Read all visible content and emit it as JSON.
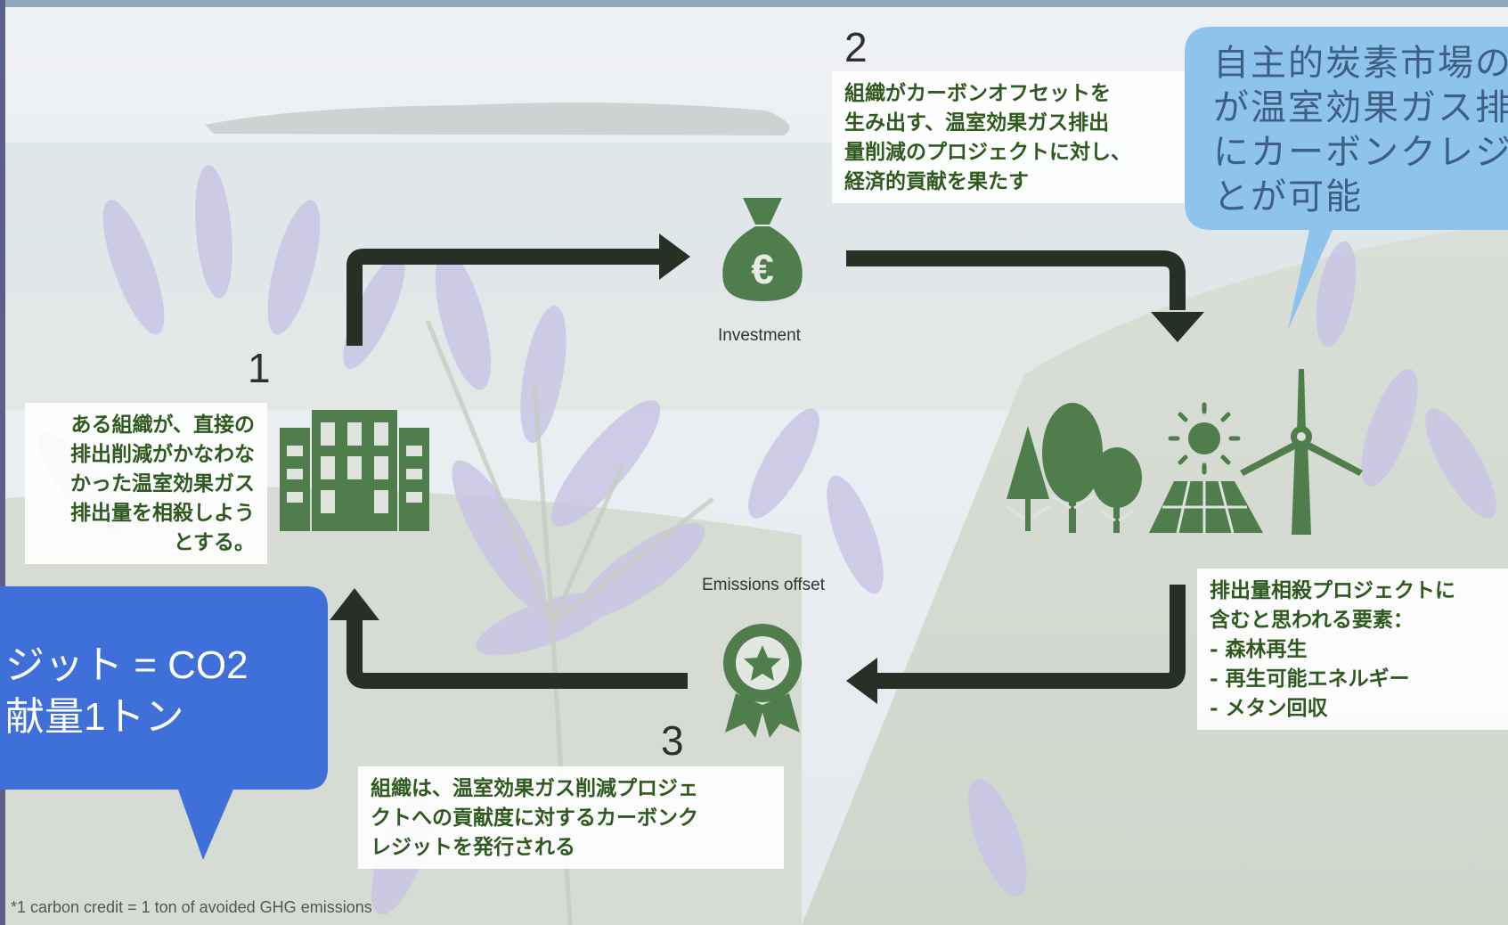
{
  "diagram": {
    "steps": [
      {
        "number": "1",
        "text_lines": [
          "ある組織が、直接の",
          "排出削減がかなわな",
          "かった温室効果ガス",
          "排出量を相殺しよう",
          "とする。"
        ]
      },
      {
        "number": "2",
        "text_lines": [
          "組織がカーボンオフセットを",
          "生み出す、温室効果ガス排出",
          "量削減のプロジェクトに対し、",
          "経済的貢献を果たす"
        ]
      },
      {
        "number": "3",
        "text_lines": [
          "組織は、温室効果ガス削減プロジェ",
          "クトへの貢献度に対するカーボンク",
          "レジットを発行される"
        ]
      }
    ],
    "projects_note": {
      "lines": [
        "排出量相殺プロジェクトに",
        "含むと思われる要素：",
        "-  森林再生",
        "-  再生可能エネルギー",
        "-  メタン回収"
      ]
    },
    "icon_labels": {
      "investment": "Investment",
      "emissions_offset": "Emissions offset"
    },
    "callout_blue": {
      "lines": [
        "ジット = CO2",
        "献量1トン"
      ],
      "color": "#3f6fd8"
    },
    "callout_light": {
      "lines": [
        "自主的炭素市場の",
        "が温室効果ガス排",
        "にカーボンクレジ",
        "とが可能"
      ],
      "color": "#8ec3ee"
    },
    "footnote": "*1 carbon credit = 1 ton of avoided GHG emissions",
    "colors": {
      "arrow": "#263026",
      "icon_green": "#4f7d4c",
      "note_text": "#2f5a1f"
    },
    "icons": [
      "building-icon",
      "money-bag-icon",
      "trees-icon",
      "sun-icon",
      "solar-panel-icon",
      "wind-turbine-icon",
      "award-ribbon-icon"
    ]
  }
}
